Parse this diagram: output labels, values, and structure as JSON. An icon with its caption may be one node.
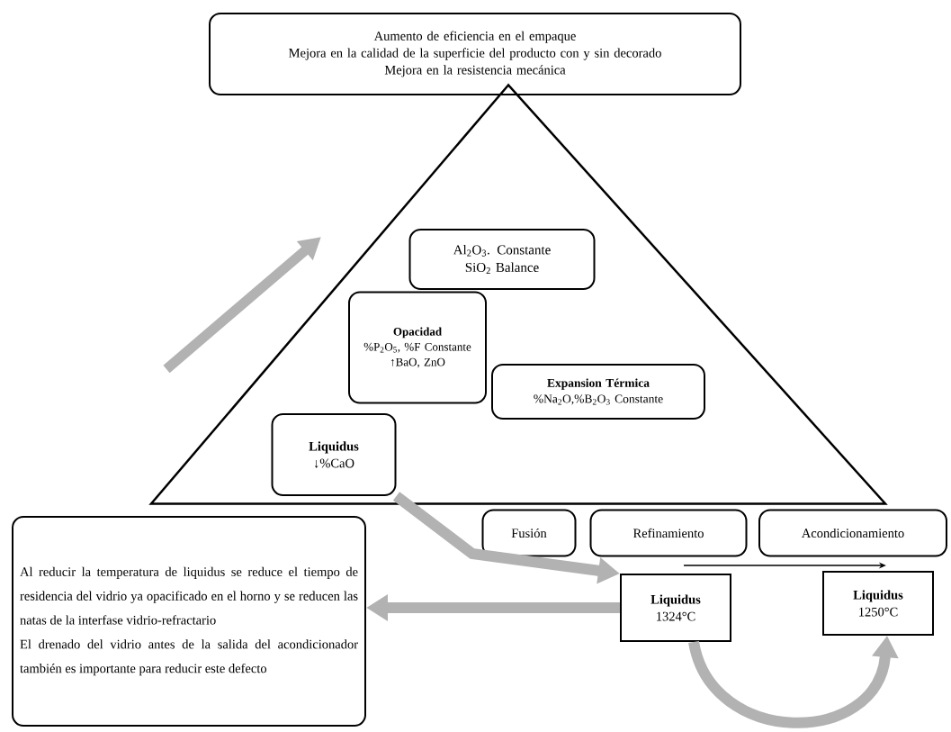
{
  "diagram": {
    "nodes": [
      {
        "text": [
          "Aumento de eficiencia en el empaque",
          "Mejora en la calidad de la superficie del producto con y sin decorado",
          "Mejora en la resistencia mecánica"
        ]
      },
      {
        "text": [],
        "shape": "triangle"
      },
      {
        "text": [
          "Al$_{2}$O$_{3}$. Constante",
          "SiO$_{2}$  Balance"
        ],
        "in": 1
      },
      {
        "text": [
          "Opacidad",
          "%P$_{2}$O$_{5}$, %F Constante",
          "↑BaO, ZnO"
        ],
        "in": 1
      },
      {
        "text": [
          "Expansion Térmica",
          "%Na$_{2}$O,%B$_{2}$O$_{3}$ Constante"
        ],
        "in": 1
      },
      {
        "text": [
          "Liquidus",
          "↓%CaO"
        ],
        "in": 1
      },
      {
        "text": [
          "Al reducir la temperatura de liquidus se reduce el tiempo de residencia del vidrio ya opacificado en el horno y se reducen las natas de la interfase vidrio-refractario",
          "El drenado del vidrio antes de la salida del acondicionador también es importante para reducir este defecto"
        ]
      },
      {
        "text": [
          "Fusión"
        ]
      },
      {
        "text": [
          "Refinamiento"
        ]
      },
      {
        "text": [
          "Acondicionamiento"
        ]
      },
      {
        "text": [
          "Liquidus",
          "1324°C"
        ]
      },
      {
        "text": [
          "Liquidus",
          "1250°C"
        ]
      }
    ],
    "edges": [
      {
        "from": 5,
        "to": 10,
        "arrow": "to"
      },
      {
        "from": 10,
        "to": 6,
        "arrow": "to"
      },
      {
        "from": 10,
        "to": 11,
        "arrow": "to"
      }
    ]
  }
}
